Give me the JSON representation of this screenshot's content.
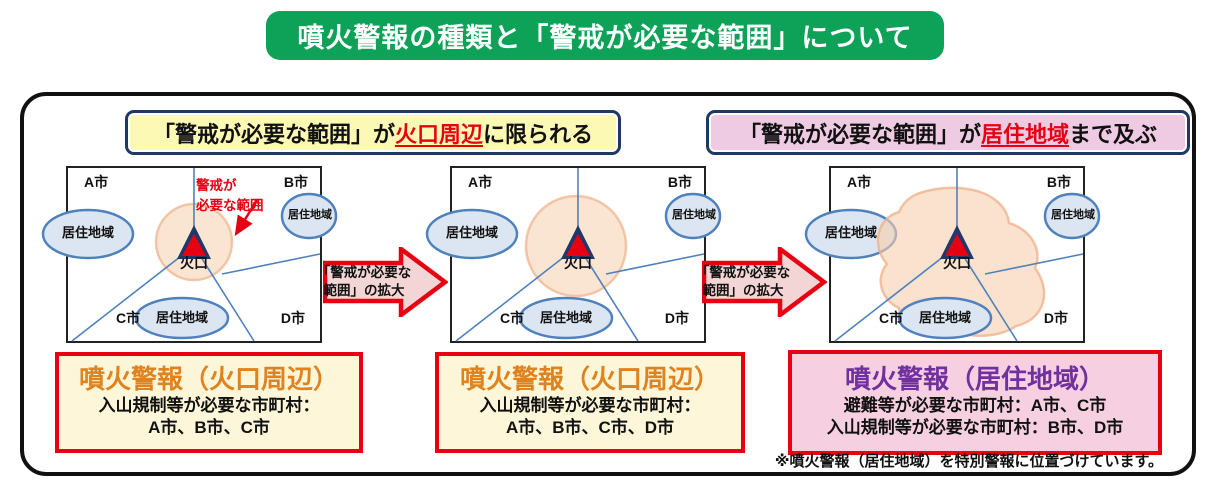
{
  "title": "噴火警報の種類と「警戒が必要な範囲」について",
  "header_left": {
    "prefix": "「警戒が必要な範囲」が",
    "highlight": "火口周辺",
    "suffix": "に限られる"
  },
  "header_right": {
    "prefix": "「警戒が必要な範囲」が",
    "highlight": "居住地域",
    "suffix": "まで及ぶ"
  },
  "map_labels": {
    "city_a": "A市",
    "city_b": "B市",
    "city_c": "C市",
    "city_d": "D市",
    "crater": "火口",
    "residential": "居住地域"
  },
  "annotation": {
    "line1": "警戒が",
    "line2": "必要な範囲"
  },
  "expand_arrow": {
    "line1": "「警戒が必要な",
    "line2": "範囲」の拡大"
  },
  "warning_boxes": [
    {
      "title": "噴火警報（火口周辺）",
      "line1": "入山規制等が必要な市町村：",
      "line2": "A市、B市、C市"
    },
    {
      "title": "噴火警報（火口周辺）",
      "line1": "入山規制等が必要な市町村：",
      "line2": "A市、B市、C市、D市"
    },
    {
      "title": "噴火警報（居住地域）",
      "line1": "避難等が必要な市町村：A市、C市",
      "line2": "入山規制等が必要な市町村：B市、D市"
    }
  ],
  "footnote": "※噴火警報（居住地域）を特別警報に位置づけています。",
  "colors": {
    "banner_green": "#0da258",
    "alert_red": "#e60012",
    "header_border_navy": "#1f3864",
    "header_yellow_bg": "#fbf9b4",
    "header_pink_bg": "#eecbe3",
    "warning_zone_fill": "#f6cfae",
    "residential_fill": "#dce6f2",
    "map_line_blue": "#4f81bd",
    "box_cream_bg": "#fdf6d8",
    "box_pink_bg": "#f6d0e0",
    "box_title_orange": "#e0821e",
    "box_title_purple": "#7030a0",
    "crater_navy": "#21386b"
  }
}
